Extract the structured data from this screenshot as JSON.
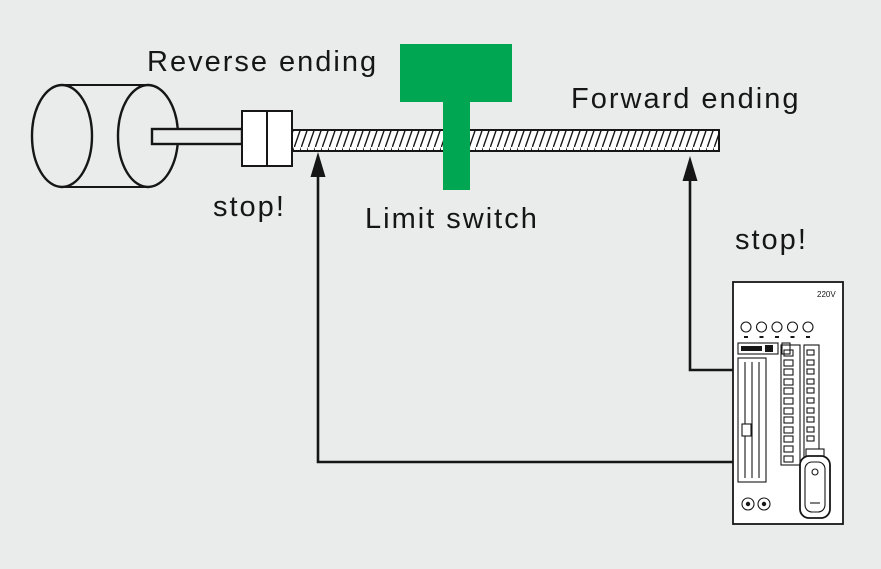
{
  "diagram": {
    "labels": {
      "reverse_ending": "Reverse ending",
      "forward_ending": "Forward ending",
      "stop_left": "stop!",
      "limit_switch": "Limit switch",
      "stop_right": "stop!",
      "drive_voltage": "220V"
    },
    "colors": {
      "background": "#e9eceb",
      "limit_switch_green": "#00a651",
      "ink": "#161616"
    }
  }
}
